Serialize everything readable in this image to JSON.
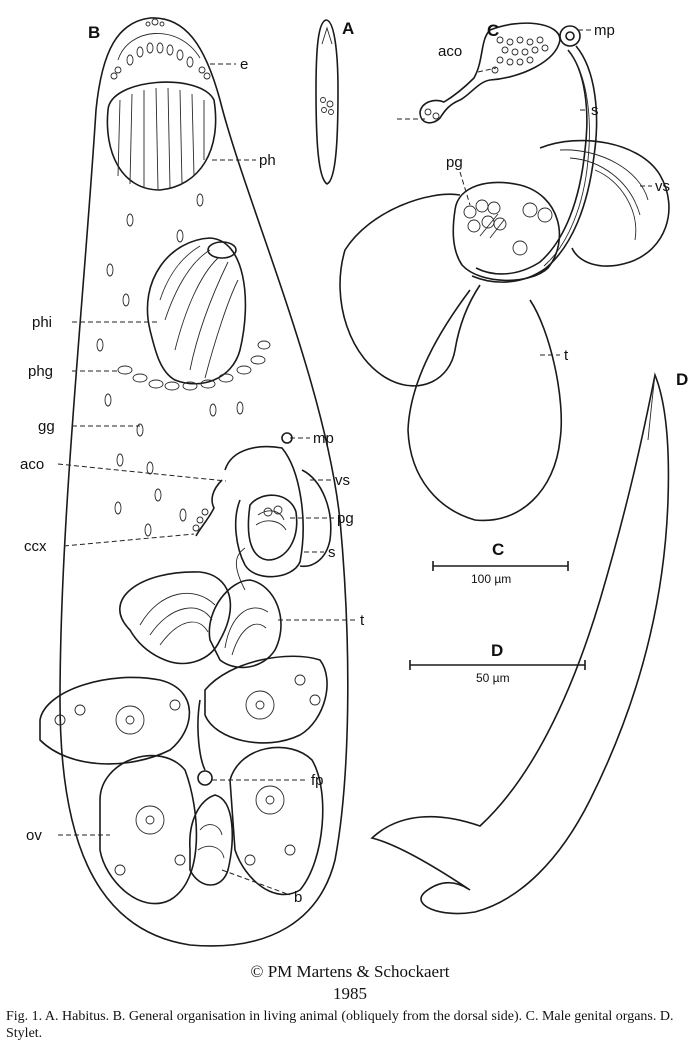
{
  "panels": {
    "a": "A",
    "b": "B",
    "c": "C",
    "d": "D"
  },
  "labels": {
    "e": "e",
    "ph": "ph",
    "phi": "phi",
    "phg": "phg",
    "gg": "gg",
    "mp_b": "mp",
    "aco_b": "aco",
    "vs_b": "vs",
    "pg_b": "pg",
    "ccx": "ccx",
    "s_b": "s",
    "t_b": "t",
    "fp": "fp",
    "ov": "ov",
    "b": "b",
    "aco_c": "aco",
    "mp_c": "mp",
    "s_c": "s",
    "pg_c": "pg",
    "vs_c": "vs",
    "t_c": "t"
  },
  "scale_bars": {
    "c": {
      "letter": "C",
      "value": "100 µm"
    },
    "d": {
      "letter": "D",
      "value": "50 µm"
    }
  },
  "copyright": "© PM Martens & Schockaert",
  "year": "1985",
  "caption": "Fig. 1. A. Habitus. B. General organisation in living animal (obliquely from the dorsal side). C. Male genital organs. D. Stylet."
}
